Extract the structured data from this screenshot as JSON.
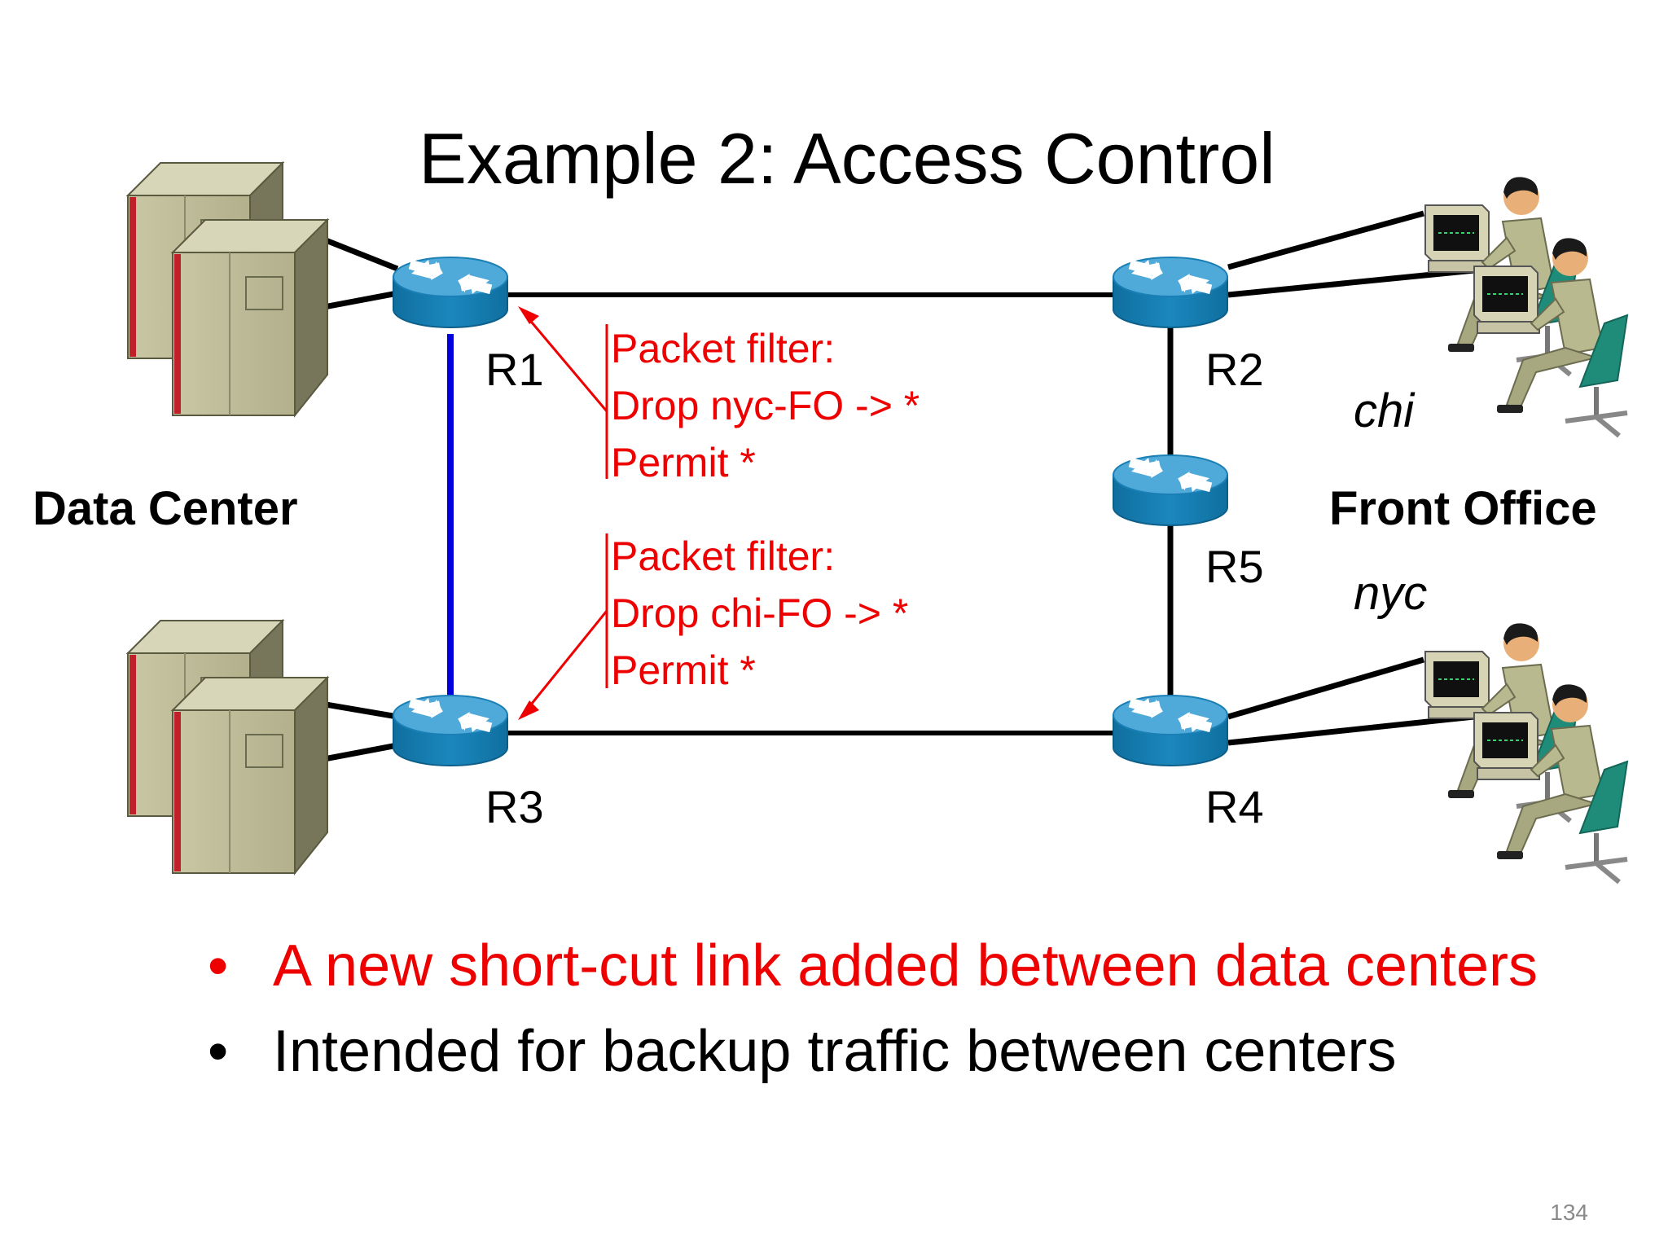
{
  "title": "Example 2: Access Control",
  "routers": {
    "r1": "R1",
    "r2": "R2",
    "r3": "R3",
    "r4": "R4",
    "r5": "R5"
  },
  "sites": {
    "data_center": "Data Center",
    "front_office": "Front Office",
    "chi": "chi",
    "nyc": "nyc"
  },
  "filters": {
    "top": [
      "Packet filter:",
      "Drop nyc-FO -> *",
      "Permit *"
    ],
    "bottom": [
      "Packet filter:",
      "Drop chi-FO -> *",
      "Permit *"
    ]
  },
  "bullets": [
    {
      "marker": "•",
      "text": "A new short-cut link added between data centers"
    },
    {
      "marker": "•",
      "text": "Intended for backup traffic between centers"
    }
  ],
  "page_number": "134",
  "colors": {
    "accent_red": "#ee0000",
    "shortcut_link_blue": "#0000dd",
    "router_blue": "#1a84b8",
    "link_black": "#000000"
  },
  "icons": {
    "router": "router-icon",
    "server": "mainframe-server-icon",
    "workstation": "operator-workstation-icon"
  }
}
